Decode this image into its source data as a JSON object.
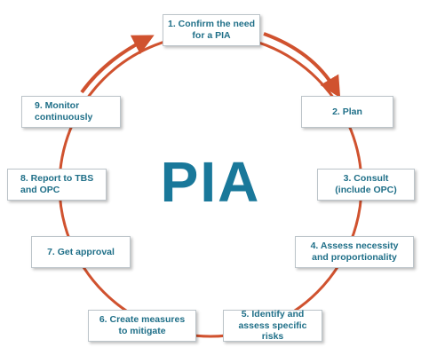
{
  "diagram": {
    "center_label": "PIA",
    "colors": {
      "accent": "#d0522f",
      "text": "#1f6f88",
      "center": "#19789a"
    },
    "steps": [
      {
        "line1": "1. Confirm the need",
        "line2": "for a PIA"
      },
      {
        "line1": "2. Plan",
        "line2": ""
      },
      {
        "line1": "3. Consult",
        "line2": "(include OPC)"
      },
      {
        "line1": "4. Assess necessity",
        "line2": "and proportionality"
      },
      {
        "line1": "5. Identify and",
        "line2": "assess specific risks"
      },
      {
        "line1": "6. Create measures",
        "line2": "to mitigate"
      },
      {
        "line1": "7. Get approval",
        "line2": ""
      },
      {
        "line1": "8. Report to TBS",
        "line2": "and OPC"
      },
      {
        "line1": "9. Monitor",
        "line2": "continuously"
      }
    ]
  }
}
